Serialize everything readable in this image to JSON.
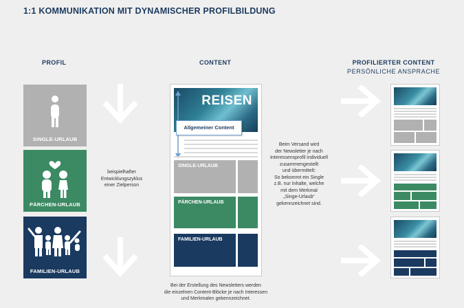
{
  "title": "1:1 KOMMUNIKATION MIT DYNAMISCHER PROFILBILDUNG",
  "columns": {
    "profil": "PROFIL",
    "content": "CONTENT",
    "profiled": "PROFILIERTER CONTENT",
    "profiled_sub": "PERSÖNLICHE ANSPRACHE"
  },
  "profiles": [
    {
      "label": "SINGLE-URLAUB",
      "icon": "single-person-icon"
    },
    {
      "label": "PÄRCHEN-URLAUB",
      "icon": "couple-heart-icon"
    },
    {
      "label": "FAMILIEN-URLAUB",
      "icon": "family-icon"
    }
  ],
  "lifecycle_note": {
    "line1": "beispielhafter",
    "line2": "Entwicklungszyklus",
    "line3": "einer Zielperson"
  },
  "newsletter": {
    "hero_title": "REISEN",
    "general_content": "Allgemeiner Content",
    "blocks": [
      "SINGLE-URLAUB",
      "PÄRCHEN-URLAUB",
      "FAMILIEN-URLAUB"
    ]
  },
  "dispatch_note": {
    "lines": [
      "Beim Versand wird",
      "der Newsletter je nach",
      "Interessensprofil individuell",
      "zusammengestellt",
      "und übermittelt:",
      "So bekommt ein Single",
      "z.B. nur Inhalte, welche",
      "mit dem Merkmal",
      "„Singe-Urlaub“",
      "gekennzeichnet sind."
    ]
  },
  "creation_note": {
    "line1": "Bei der Erstellung des Newsletters werden",
    "line2": "die einzelnen Content-Blöcke je nach Interessen",
    "line3": "und Merkmalen gekennzeichnet."
  },
  "colors": {
    "navy": "#1a3a60",
    "green": "#3c8a63",
    "grey": "#b1b1b1",
    "arrow": "#ffffff"
  }
}
